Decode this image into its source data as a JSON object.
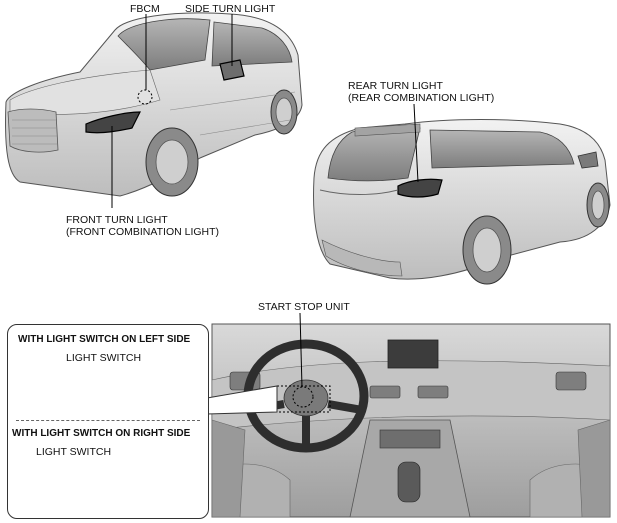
{
  "labels": {
    "fbcm": "FBCM",
    "side_turn_light": "SIDE TURN LIGHT",
    "rear_turn_light": "REAR TURN LIGHT",
    "rear_combination_light": "(REAR COMBINATION LIGHT)",
    "front_turn_light": "FRONT TURN LIGHT",
    "front_combination_light": "(FRONT COMBINATION LIGHT)",
    "start_stop_unit": "START STOP UNIT"
  },
  "inset": {
    "left_side_title": "WITH LIGHT SWITCH ON LEFT SIDE",
    "left_side_switch": "LIGHT SWITCH",
    "right_side_title": "WITH LIGHT SWITCH ON RIGHT SIDE",
    "right_side_switch": "LIGHT SWITCH"
  },
  "colors": {
    "body_light": "#e9e9e9",
    "body_mid": "#cfcfcf",
    "body_dark": "#9a9a9a",
    "line": "#1a1a1a"
  }
}
